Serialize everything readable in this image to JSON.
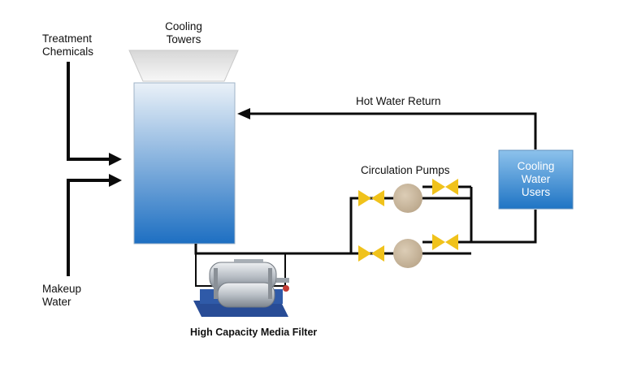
{
  "labels": {
    "treatment_line1": "Treatment",
    "treatment_line2": "Chemicals",
    "makeup_line1": "Makeup",
    "makeup_line2": "Water",
    "tower_line1": "Cooling",
    "tower_line2": "Towers",
    "hot_return": "Hot Water Return",
    "pumps": "Circulation Pumps",
    "users_line1": "Cooling",
    "users_line2": "Water",
    "users_line3": "Users",
    "filter": "High Capacity Media Filter"
  },
  "colors": {
    "pipe": "#0b0b0b",
    "tower_top": "#eaf1f8",
    "tower_bottom": "#1d6fc2",
    "users_top": "#8dc2ec",
    "users_bottom": "#1f74c4",
    "valve": "#f0c21b",
    "pump": "#c7b59b",
    "hood": "#e7e7e7",
    "filter_base": "#2b4f9c",
    "filter_body": "#c9ced4"
  }
}
